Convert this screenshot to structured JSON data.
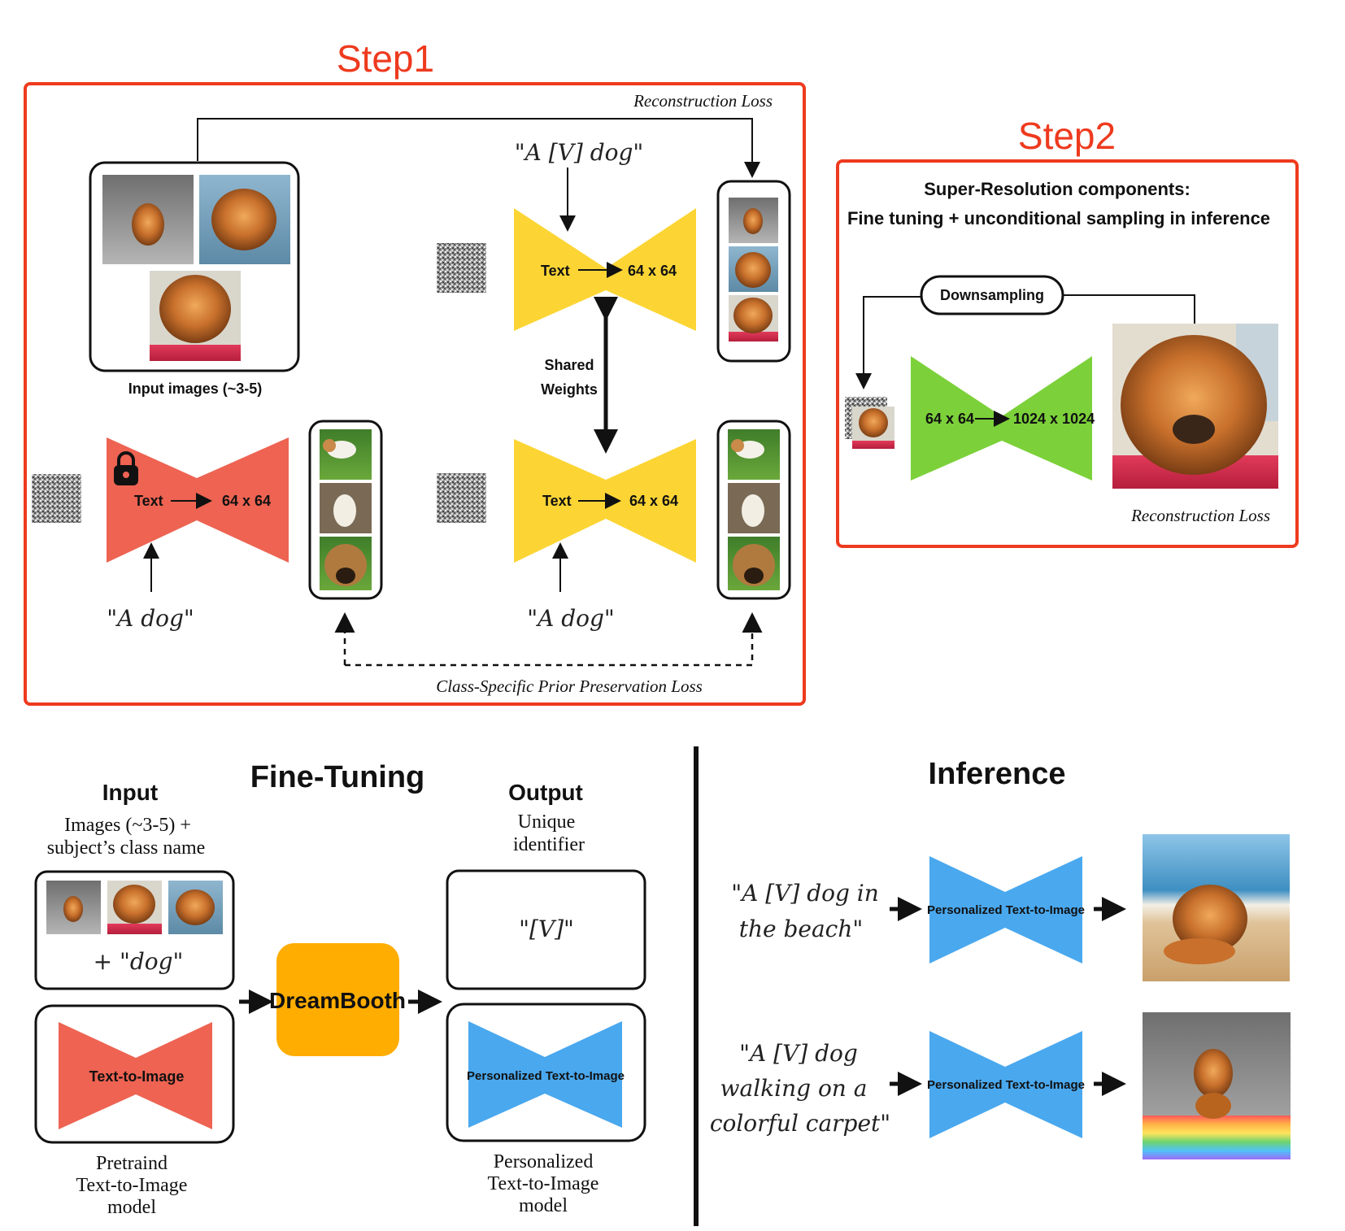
{
  "colors": {
    "frame_red": "#ee3a1e",
    "model_red": "#ee6352",
    "model_yellow": "#fcd535",
    "model_green": "#7cd13a",
    "model_blue": "#4aa8ee",
    "dreambooth_orange": "#ffad00"
  },
  "step1": {
    "title": "Step1",
    "reconstruction_loss": "Reconstruction Loss",
    "prompt_v": "\"A [V] dog\"",
    "prompt_class_left": "\"A dog\"",
    "prompt_class_right": "\"A dog\"",
    "input_caption": "Input images (~3-5)",
    "shared_weights_1": "Shared",
    "shared_weights_2": "Weights",
    "model_text": "Text",
    "model_res": "64 x 64",
    "prior_loss": "Class-Specific Prior Preservation Loss",
    "lock_icon": "lock-icon"
  },
  "step2": {
    "title": "Step2",
    "heading_1": "Super-Resolution components:",
    "heading_2": "Fine tuning + unconditional sampling in inference",
    "downsampling": "Downsampling",
    "model_in": "64 x 64",
    "model_out": "1024 x 1024",
    "reconstruction_loss": "Reconstruction Loss"
  },
  "finetune": {
    "title": "Fine-Tuning",
    "input_title": "Input",
    "input_desc_1": "Images (~3-5) +",
    "input_desc_2": "subject’s class name",
    "plus_dog": "+ \"dog\"",
    "pretrained_model": "Text-to-Image",
    "pretrained_caption_1": "Pretraind",
    "pretrained_caption_2": "Text-to-Image",
    "pretrained_caption_3": "model",
    "dreambooth": "DreamBooth",
    "output_title": "Output",
    "output_desc_1": "Unique",
    "output_desc_2": "identifier",
    "identifier": "\"[V]\"",
    "personalized_model": "Personalized Text-to-Image",
    "personalized_caption_1": "Personalized",
    "personalized_caption_2": "Text-to-Image",
    "personalized_caption_3": "model"
  },
  "inference": {
    "title": "Inference",
    "prompt1_line1": "\"A [V] dog in",
    "prompt1_line2": "the beach\"",
    "prompt2_line1": "\"A [V] dog",
    "prompt2_line2": "walking on a",
    "prompt2_line3": "colorful carpet\"",
    "model": "Personalized Text-to-Image"
  }
}
